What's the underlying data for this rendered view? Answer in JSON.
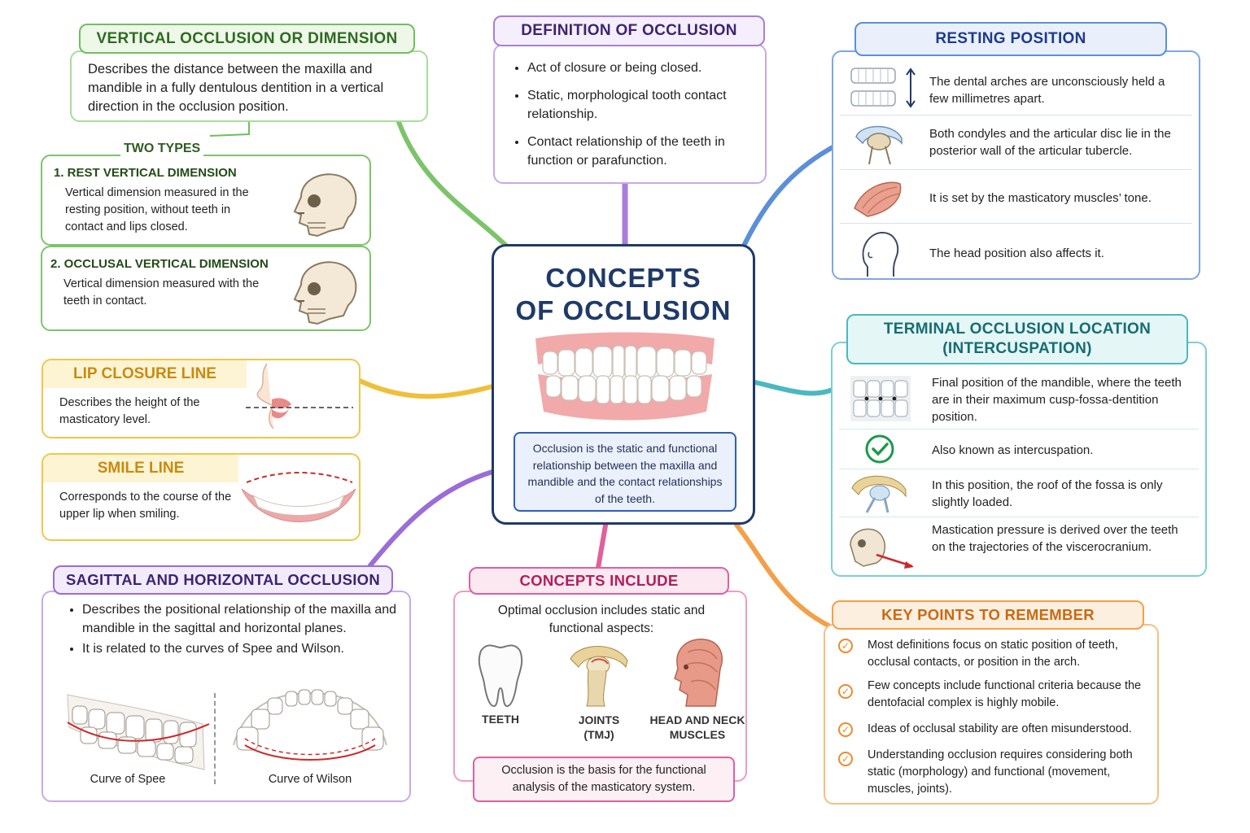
{
  "center": {
    "title_line1": "CONCEPTS",
    "title_line2": "OF OCCLUSION",
    "note": "Occlusion is the static and functional relationship between the maxilla and mandible and the contact relationships of the teeth."
  },
  "vertical": {
    "title": "VERTICAL OCCLUSION OR DIMENSION",
    "text": "Describes the distance between the maxilla and mandible in a fully dentulous dentition in a vertical direction in the occlusion position.",
    "two_types": "TWO TYPES",
    "type1_title": "1. REST VERTICAL DIMENSION",
    "type1_text": "Vertical dimension measured in the resting position, without teeth in contact and lips closed.",
    "type2_title": "2. OCCLUSAL VERTICAL DIMENSION",
    "type2_text": "Vertical dimension measured with the teeth in contact."
  },
  "definition": {
    "title": "DEFINITION OF OCCLUSION",
    "items": [
      "Act of closure or being closed.",
      "Static, morphological tooth contact relationship.",
      "Contact relationship of the teeth in function or parafunction."
    ]
  },
  "resting": {
    "title": "RESTING POSITION",
    "rows": [
      "The dental arches are unconsciously held a few millimetres apart.",
      "Both condyles and the articular disc lie in the posterior wall of the articular tubercle.",
      "It is set by the masticatory muscles’ tone.",
      "The head position also affects it."
    ]
  },
  "lip": {
    "title": "LIP CLOSURE LINE",
    "text": "Describes the height of the masticatory level."
  },
  "smile": {
    "title": "SMILE LINE",
    "text": "Corresponds to the course of the upper lip when smiling."
  },
  "terminal": {
    "title_line1": "TERMINAL OCCLUSION LOCATION",
    "title_line2": "(INTERCUSPATION)",
    "rows": [
      "Final position of the mandible, where the teeth are in their maximum cusp-fossa-dentition position.",
      "Also known as intercuspation.",
      "In this position, the roof of the fossa is only slightly loaded.",
      "Mastication pressure is derived over the teeth on the trajectories of the viscerocranium."
    ]
  },
  "sagittal": {
    "title": "SAGITTAL AND HORIZONTAL OCCLUSION",
    "items": [
      "Describes the positional relationship of the maxilla and mandible in the sagittal and horizontal planes.",
      "It is related to the curves of Spee and Wilson."
    ],
    "caption_spee": "Curve of Spee",
    "caption_wilson": "Curve of Wilson"
  },
  "concepts": {
    "title": "CONCEPTS INCLUDE",
    "intro": "Optimal occlusion includes static and functional aspects:",
    "teeth": "TEETH",
    "joints_line1": "JOINTS",
    "joints_line2": "(TMJ)",
    "muscles_line1": "HEAD AND NECK",
    "muscles_line2": "MUSCLES",
    "footer": "Occlusion is the basis for the functional analysis of the masticatory system."
  },
  "keypoints": {
    "title": "KEY POINTS TO REMEMBER",
    "items": [
      "Most definitions focus on static position of teeth, occlusal contacts, or position in the arch.",
      "Few concepts include functional criteria because the dentofacial complex is highly mobile.",
      "Ideas of occlusal stability are often misunderstood.",
      "Understanding occlusion requires considering both static (morphology) and functional (movement, muscles, joints)."
    ]
  },
  "colors": {
    "green": "#6fbf5e",
    "purple": "#9b6dd6",
    "blue": "#5b8fd9",
    "navy": "#1f3a68",
    "teal": "#4bb8bf",
    "yellow": "#f0bf3a",
    "pink": "#e0609a",
    "orange": "#f3a04a"
  }
}
